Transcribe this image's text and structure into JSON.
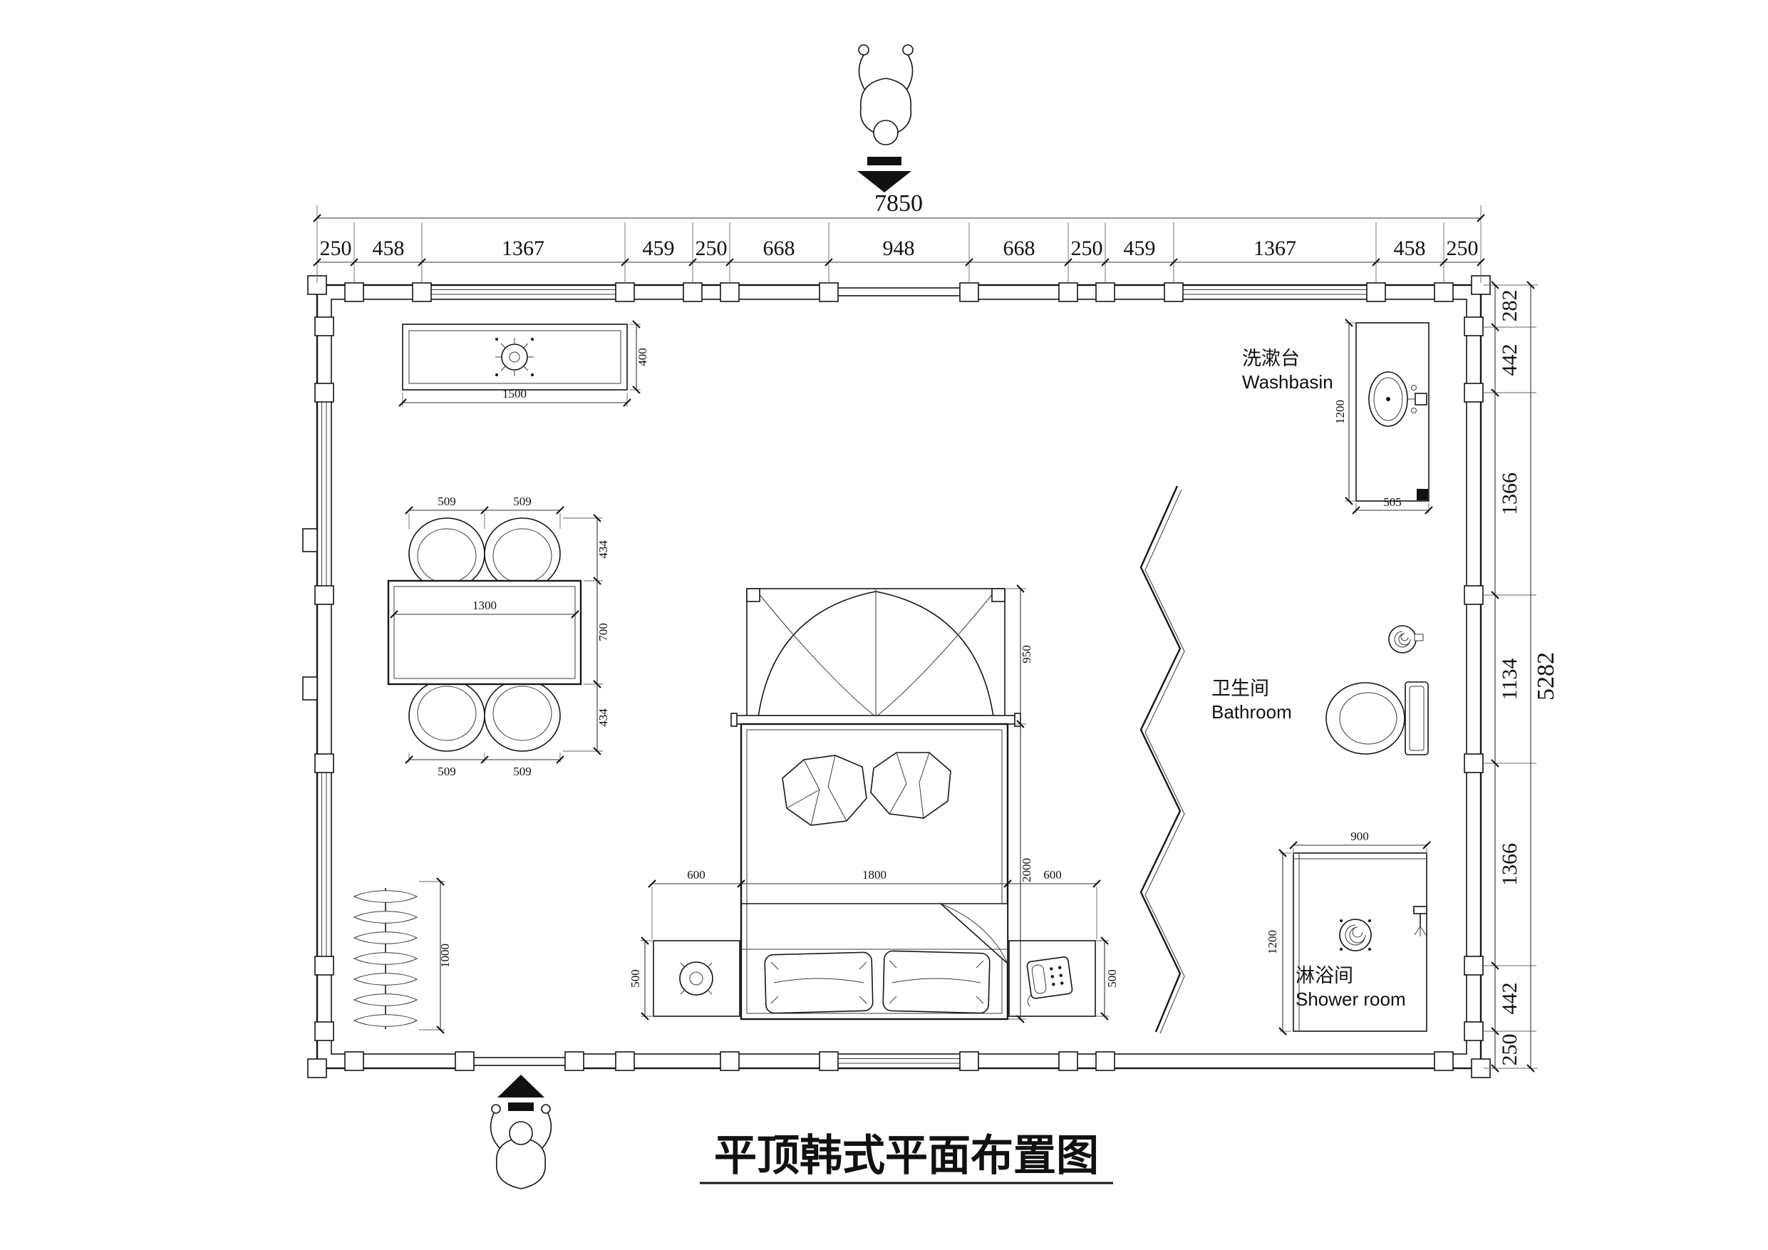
{
  "title": "平顶韩式平面布置图",
  "dims": {
    "top_total": "7850",
    "top_segments": [
      "250",
      "458",
      "1367",
      "459",
      "250",
      "668",
      "948",
      "668",
      "250",
      "459",
      "1367",
      "458",
      "250"
    ],
    "right_total": "5282",
    "right_segments": [
      "282",
      "442",
      "1366",
      "1134",
      "1366",
      "442",
      "250"
    ]
  },
  "furniture": {
    "light_w": "1500",
    "light_d": "400",
    "chair_w_tl": "509",
    "chair_w_tr": "509",
    "chair_w_bl": "509",
    "chair_w_br": "509",
    "chair_d_top": "434",
    "table_d": "700",
    "chair_d_bottom": "434",
    "table_w": "1300",
    "canopy_d": "950",
    "bed_len": "2000",
    "bed_side_l": "600",
    "bed_w": "1800",
    "bed_side_r": "600",
    "nightstand_l": "500",
    "nightstand_r": "500",
    "rack_h": "1000",
    "basin_len": "1200",
    "basin_w": "505",
    "shower_w": "900",
    "shower_d": "1200"
  },
  "labels": {
    "washbasin_zh": "洗漱台",
    "washbasin_en": "Washbasin",
    "bathroom_zh": "卫生间",
    "bathroom_en": "Bathroom",
    "shower_zh": "淋浴间",
    "shower_en": "Shower room"
  }
}
